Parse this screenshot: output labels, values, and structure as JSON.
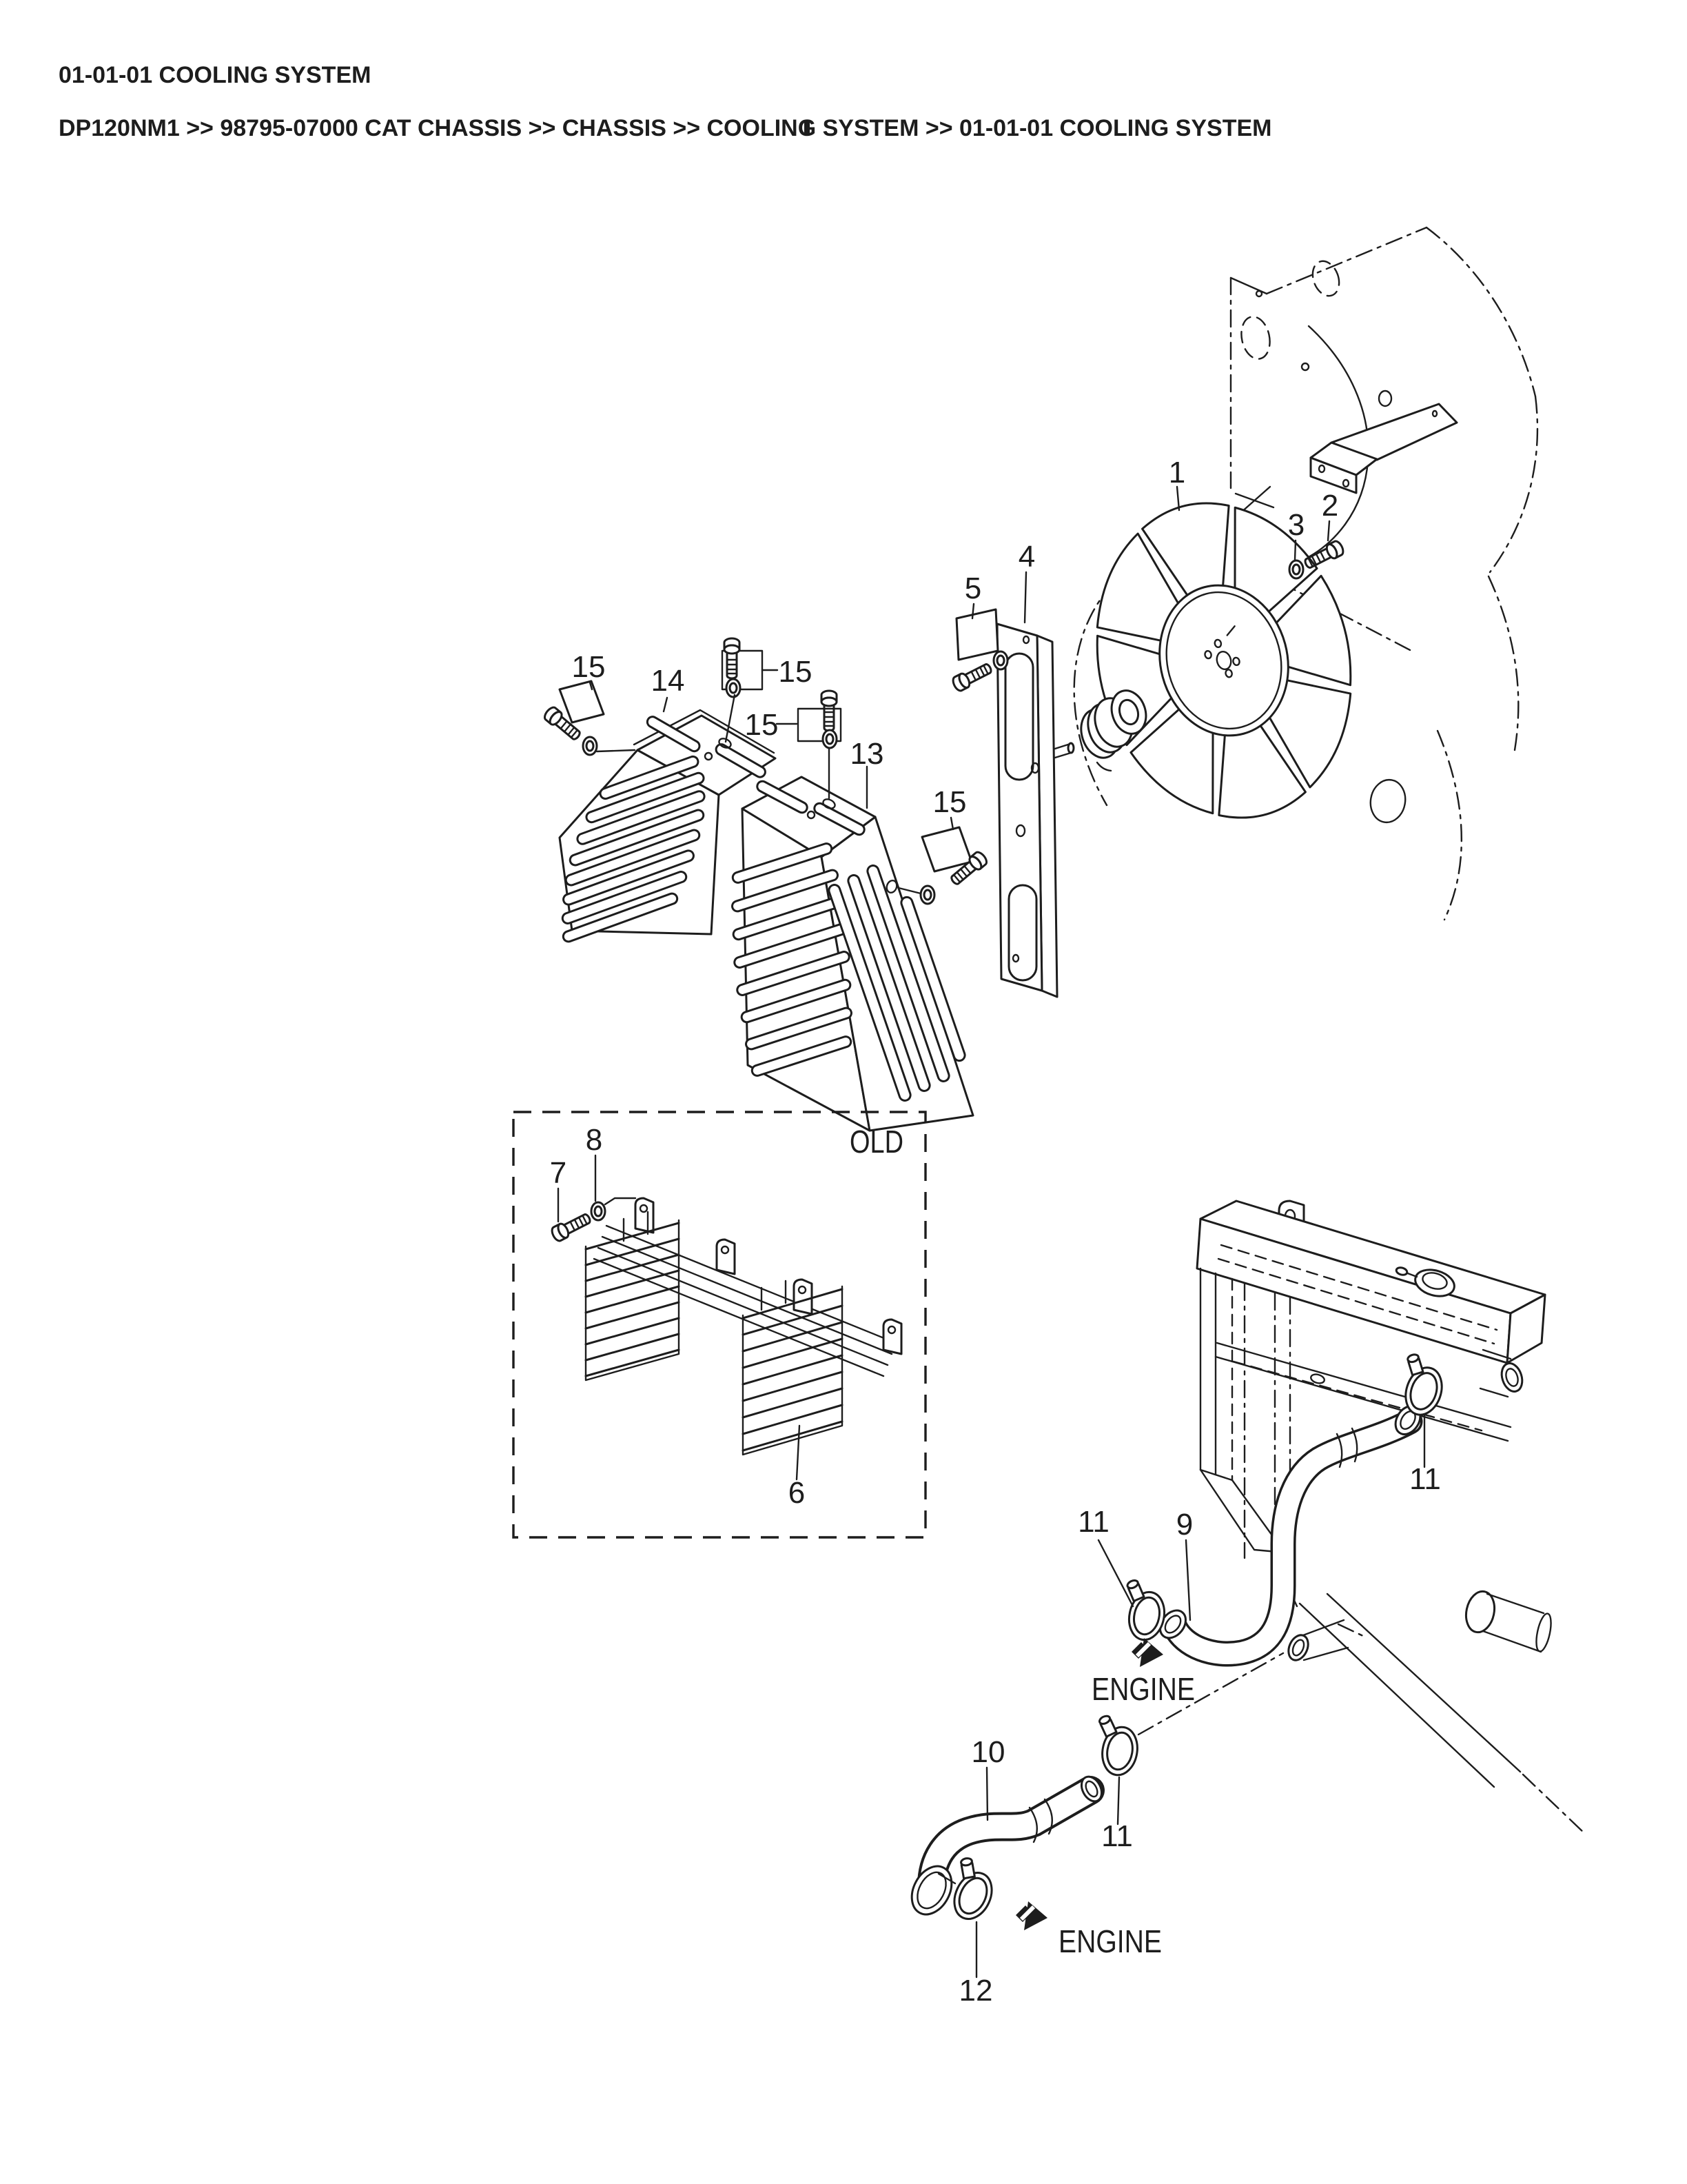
{
  "page": {
    "title": "01-01-01 COOLING SYSTEM",
    "breadcrumb": "DP120NM1 >> 98795-07000 CAT CHASSIS >> CHASSIS >> COOLING SYSTEM >> 01-01-01 COOLING SYSTEM"
  },
  "diagram": {
    "old_box_label": "OLD",
    "engine_labels": {
      "upper": "ENGINE",
      "lower": "ENGINE"
    },
    "callouts": [
      {
        "label": "1"
      },
      {
        "label": "2"
      },
      {
        "label": "3"
      },
      {
        "label": "4"
      },
      {
        "label": "5"
      },
      {
        "label": "15"
      },
      {
        "label": "14"
      },
      {
        "label": "15"
      },
      {
        "label": "15"
      },
      {
        "label": "13"
      },
      {
        "label": "15"
      },
      {
        "label": "8"
      },
      {
        "label": "7"
      },
      {
        "label": "6"
      },
      {
        "label": "11"
      },
      {
        "label": "9"
      },
      {
        "label": "11"
      },
      {
        "label": "10"
      },
      {
        "label": "11"
      },
      {
        "label": "12"
      }
    ]
  },
  "colors": {
    "ink": "#1d1d1d",
    "background": "#ffffff"
  }
}
